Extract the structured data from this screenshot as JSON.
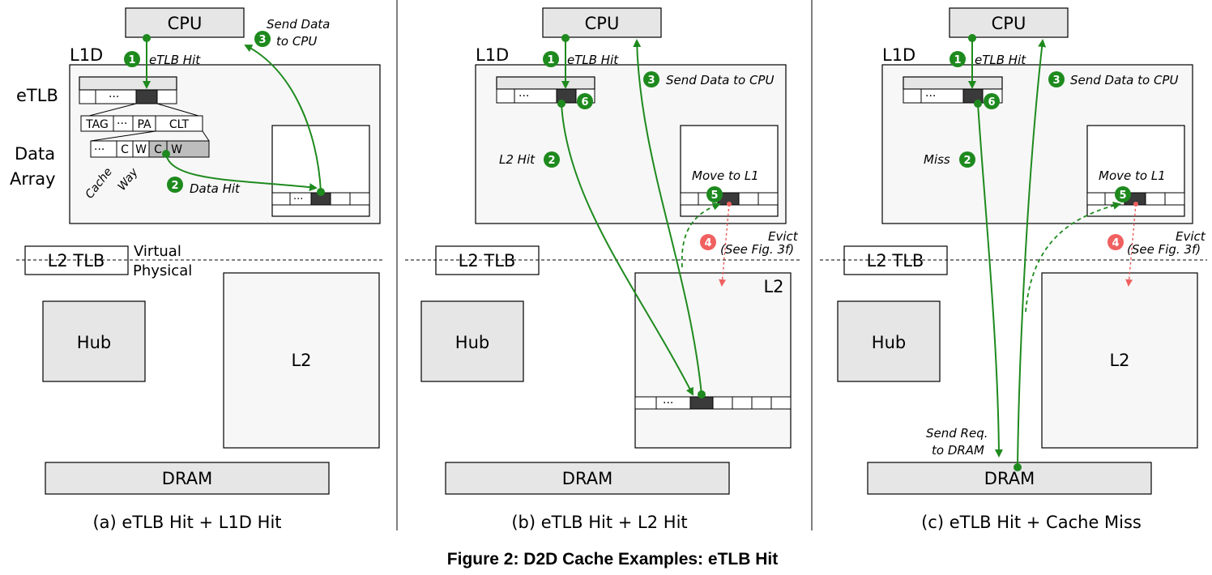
{
  "figure_caption": "Figure 2: D2D Cache Examples: eTLB Hit",
  "panels": {
    "a": {
      "caption": "(a) eTLB Hit + L1D Hit",
      "cpu": "CPU",
      "l1d": "L1D",
      "etlb": "eTLB",
      "data_array_1": "Data",
      "data_array_2": "Array",
      "tag": "TAG",
      "pa": "PA",
      "clt": "CLT",
      "c1": "C",
      "w1": "W",
      "c2": "C",
      "w2": "W",
      "cache": "Cache",
      "way": "Way",
      "l2tlb": "L2 TLB",
      "virtual": "Virtual",
      "physical": "Physical",
      "hub": "Hub",
      "l2": "L2",
      "dram": "DRAM",
      "step1": "1",
      "step1_label": "eTLB Hit",
      "step2": "2",
      "step2_label": "Data Hit",
      "step3": "3",
      "step3_label_1": "Send Data",
      "step3_label_2": "to CPU"
    },
    "b": {
      "caption": "(b) eTLB Hit + L2 Hit",
      "cpu": "CPU",
      "l1d": "L1D",
      "l2tlb": "L2 TLB",
      "hub": "Hub",
      "l2": "L2",
      "dram": "DRAM",
      "step1": "1",
      "step1_label": "eTLB Hit",
      "step2": "2",
      "step2_label": "L2 Hit",
      "step3": "3",
      "step3_label": "Send Data to CPU",
      "step4": "4",
      "step4_label_1": "Evict",
      "step4_label_2": "(See Fig. 3f)",
      "step5": "5",
      "step5_label": "Move to L1",
      "step6": "6"
    },
    "c": {
      "caption": "(c) eTLB Hit + Cache Miss",
      "cpu": "CPU",
      "l1d": "L1D",
      "l2tlb": "L2 TLB",
      "hub": "Hub",
      "l2": "L2",
      "dram": "DRAM",
      "step1": "1",
      "step1_label": "eTLB Hit",
      "step2": "2",
      "step2_label": "Miss",
      "step3": "3",
      "step3_label": "Send Data to CPU",
      "step4": "4",
      "step4_label_1": "Evict",
      "step4_label_2": "(See Fig. 3f)",
      "step5": "5",
      "step5_label": "Move to L1",
      "step6": "6",
      "req_label_1": "Send Req.",
      "req_label_2": "to DRAM"
    }
  },
  "colors": {
    "flow": "#1e8a1e",
    "evict": "#f06060",
    "block": "#e6e6e6"
  }
}
